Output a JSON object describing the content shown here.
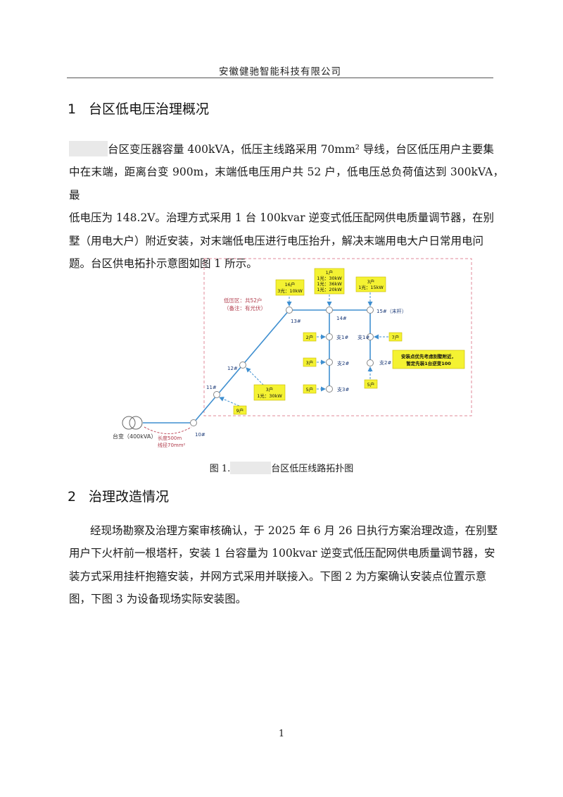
{
  "header": {
    "company": "安徽健驰智能科技有限公司"
  },
  "section1": {
    "number": "1",
    "title": "台区低电压治理概况",
    "para_lines": [
      "台区变压器容量 400kVA，低压主线路采用 70mm² 导线，台区低压用户主要集",
      "中在末端，距离台变 900m，末端低电压用户共 52 户，低电压总负荷值达到 300kVA，最",
      "低电压为 148.2V。治理方式采用 1 台 100kvar 逆变式低压配网供电质量调节器，在别",
      "墅（用电大户）附近安装，对末端低电压进行电压抬升，解决末端用电大户日常用电问",
      "题。台区供电拓扑示意图如图 1 所示。"
    ]
  },
  "figure1": {
    "caption_prefix": "图 1.",
    "caption_suffix": "台区低压线路拓扑图",
    "transformer_label": "台变（400kVA）",
    "line_note_1": "长度500m",
    "line_note_2": "线径70mm²",
    "zone_note_1": "低压区：共52户",
    "zone_note_2": "（备注：有光伏）",
    "poles": {
      "p10": "10#",
      "p11": "11#",
      "p12": "12#",
      "p13": "13#",
      "p14": "14#",
      "p15": "15#（末杆）",
      "b1a": "支1#",
      "b2a": "支2#",
      "b3a": "支3#",
      "b1b": "支1#",
      "b2b": "支2#"
    },
    "boxes": {
      "h16_1": "16户",
      "h16_2": "3光：10kW",
      "h1_1": "1户",
      "h1_2": "1光：30kW",
      "h1_3": "1光：36kW",
      "h1_4": "1光：20kW",
      "h3a_1": "3户",
      "h3a_2": "1光：15kW",
      "h2": "2户",
      "h3b": "3户",
      "h5a": "5户",
      "h7": "7户",
      "h5b": "5户",
      "h3c_1": "3户",
      "h3c_2": "1光：30kW",
      "h9": "9户",
      "note_1": "安装点优先考虑别墅附近，",
      "note_2": "暂定先装1台逆变100"
    }
  },
  "section2": {
    "number": "2",
    "title": "治理改造情况",
    "para_lines": [
      "经现场勘察及治理方案审核确认，于 2025 年 6 月 26 日执行方案治理改造，在别墅",
      "用户下火杆前一根塔杆，安装 1 台容量为 100kvar 逆变式低压配网供电质量调节器，安",
      "装方式采用挂杆抱箍安装，并网方式采用并联接入。下图 2 为方案确认安装点位置示意",
      "图，下图 3 为设备现场实际安装图。"
    ]
  },
  "page_number": "1",
  "colors": {
    "line": "#3f8fd0",
    "highlight": "#f4f232",
    "annotation": "#b03a4a",
    "dashed_frame": "#e08a9a"
  }
}
